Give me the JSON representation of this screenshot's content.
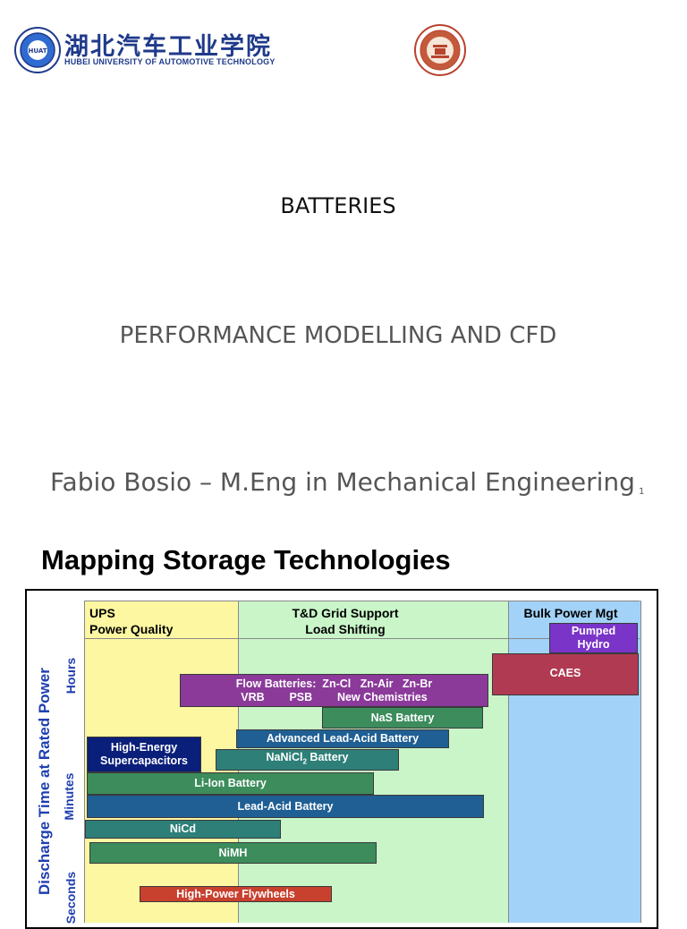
{
  "header": {
    "university_name_cn": "湖北汽车工业学院",
    "university_name_en": "HUBEI UNIVERSITY OF AUTOMOTIVE TECHNOLOGY",
    "seal_text": "HUAT"
  },
  "slide": {
    "title": "BATTERIES",
    "subtitle": "PERFORMANCE MODELLING AND CFD",
    "author": "Fabio Bosio – M.Eng in Mechanical Engineering",
    "page_number": "1"
  },
  "map": {
    "title": "Mapping Storage Technologies",
    "y_axis_title": "Discharge Time at Rated Power",
    "y_levels": {
      "hours": "Hours",
      "minutes": "Minutes",
      "seconds": "Seconds"
    },
    "zones": {
      "ups": {
        "line1": "UPS",
        "line2": "Power Quality",
        "color": "#fdf7a2"
      },
      "td": {
        "line1": "T&D Grid Support",
        "line2": "Load Shifting",
        "color": "#c9f5c9"
      },
      "bulk": {
        "line1": "Bulk Power Mgt",
        "color": "#a2d2f8"
      }
    },
    "technologies": {
      "flow": {
        "line1": "Flow Batteries:  Zn-Cl   Zn-Air   Zn-Br",
        "line2": "VRB        PSB        New Chemistries",
        "color": "#8b3a9a"
      },
      "nas": {
        "label": "NaS Battery",
        "color": "#3c8c5c"
      },
      "advanced_lead_acid": {
        "label": "Advanced Lead-Acid Battery",
        "color": "#1f5f94"
      },
      "supercap": {
        "line1": "High-Energy",
        "line2": "Supercapacitors",
        "color": "#0a1f7a"
      },
      "nanicl": {
        "label_main": "NaNiCl",
        "label_sub": "2",
        "label_tail": " Battery",
        "color": "#2d7f78"
      },
      "li_ion": {
        "label": "Li-Ion Battery",
        "color": "#3c8c5c"
      },
      "lead_acid": {
        "label": "Lead-Acid Battery",
        "color": "#1f5f94"
      },
      "nicd": {
        "label": "NiCd",
        "color": "#2d7f78"
      },
      "nimh": {
        "label": "NiMH",
        "color": "#3c8c5c"
      },
      "flywheels": {
        "label": "High-Power Flywheels",
        "color": "#c8402e"
      },
      "pumped_hydro": {
        "line1": "Pumped",
        "line2": "Hydro",
        "color": "#7a34c8"
      },
      "caes": {
        "label": "CAES",
        "color": "#b03a52"
      }
    }
  }
}
